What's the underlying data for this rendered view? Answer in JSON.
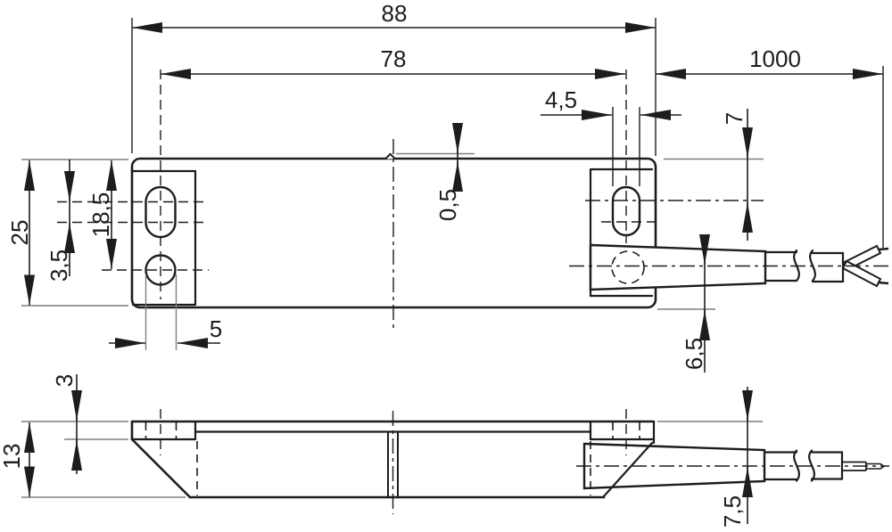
{
  "drawing": {
    "colors": {
      "line": "#1d1d1b",
      "extension": "#7f7f7f",
      "background": "#ffffff"
    },
    "dims": {
      "overall_length": "88",
      "hole_pitch": "78",
      "cable_length": "1000",
      "slot_width": "4,5",
      "slot_center_from_top": "7",
      "cover_step": "0,5",
      "body_width": "25",
      "hole_center_from_top": "18,5",
      "slot_adjustment": "3,5",
      "hole_diameter": "5",
      "cable_axis_from_bottom": "6,5",
      "plate_thickness": "3",
      "body_height": "13",
      "cable_axis_from_top": "7,5"
    }
  }
}
